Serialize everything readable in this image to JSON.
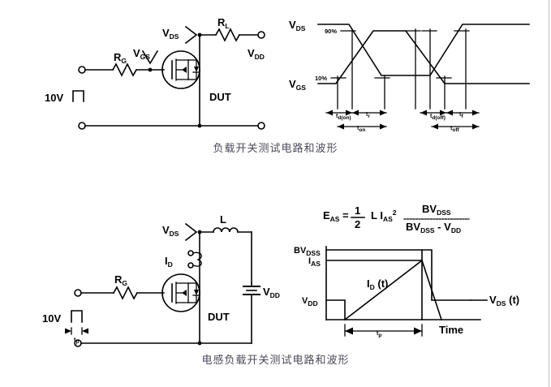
{
  "page": {
    "right_rule_color": "#bfbfc8",
    "ink_color": "#000000",
    "caption_color": "#4a4a58"
  },
  "captions": {
    "top": "负载开关测试电路和波形",
    "bottom": "电感负载开关测试电路和波形"
  },
  "fig_top_left": {
    "title": "resistive-load switching test circuit",
    "labels": {
      "source": "10V",
      "gate_resistor": "R",
      "gate_resistor_sub": "G",
      "load_resistor": "R",
      "load_resistor_sub": "L",
      "vgs": "V",
      "vgs_sub": "GS",
      "vds": "V",
      "vds_sub": "DS",
      "vdd": "V",
      "vdd_sub": "DD",
      "dut": "DUT"
    }
  },
  "fig_top_right": {
    "title": "switching waveforms",
    "labels": {
      "vds": "V",
      "vds_sub": "DS",
      "vgs": "V",
      "vgs_sub": "GS",
      "pct_90": "90%",
      "pct_10": "10%",
      "td_on": "t",
      "td_on_sub": "d(on)",
      "t_r": "t",
      "t_r_sub": "r",
      "t_on": "t",
      "t_on_sub": "on",
      "td_off": "t",
      "td_off_sub": "d(off)",
      "t_f": "t",
      "t_f_sub": "f",
      "t_off": "t",
      "t_off_sub": "off"
    }
  },
  "fig_bottom_left": {
    "title": "inductive-load switching test circuit",
    "labels": {
      "source": "10V",
      "pulse_width": "t",
      "pulse_width_sub": "p",
      "gate_resistor": "R",
      "gate_resistor_sub": "G",
      "inductor": "L",
      "id": "I",
      "id_sub": "D",
      "vds": "V",
      "vds_sub": "DS",
      "vdd": "V",
      "vdd_sub": "DD",
      "dut": "DUT"
    }
  },
  "fig_bottom_right": {
    "title": "avalanche energy waveform",
    "formula": {
      "lhs": "E",
      "lhs_sub": "AS",
      "equals": "=",
      "numer_1": "1",
      "denom_2": "2",
      "li": "L I",
      "li_sub": "AS",
      "li_exp": "2",
      "frac_num": "BV",
      "frac_num_sub": "DSS",
      "frac_den_a": "BV",
      "frac_den_a_sub": "DSS",
      "frac_den_minus": "-",
      "frac_den_b": "V",
      "frac_den_b_sub": "DD"
    },
    "axis": {
      "y_bvdss": "BV",
      "y_bvdss_sub": "DSS",
      "y_ias": "I",
      "y_ias_sub": "AS",
      "y_vdd": "V",
      "y_vdd_sub": "DD",
      "x_time": "Time",
      "tp": "t",
      "tp_sub": "p"
    },
    "curves": {
      "id_t": "I",
      "id_t_sub": "D",
      "id_t_suffix": "(t)",
      "vds_t": "V",
      "vds_t_sub": "DS",
      "vds_t_suffix": "(t)"
    },
    "chart_data": {
      "type": "line",
      "title": "Avalanche (unclamped inductive switching) waveforms",
      "xlabel": "Time",
      "ylabel": "",
      "ytick_labels": [
        "BV_DSS",
        "I_AS",
        "V_DD"
      ],
      "xtick_labels": [
        "t_p"
      ],
      "grid": false,
      "legend": "inline annotations",
      "series": [
        {
          "name": "I_D (t)",
          "comment": "drain current ramps linearly from 0 at pulse start to I_AS at end of t_p, then falls to 0",
          "x": [
            0.0,
            0.12,
            0.7,
            0.86
          ],
          "y": [
            0.0,
            0.0,
            1.0,
            0.0
          ]
        },
        {
          "name": "V_DS (t)",
          "comment": "drain-source voltage sits at V_DD, drops to 0 during conduction, rises to BV_DSS during avalanche, returns to V_DD",
          "x": [
            0.0,
            0.12,
            0.12,
            0.7,
            0.7,
            0.8,
            0.8,
            1.0
          ],
          "y": [
            0.24,
            0.24,
            0.0,
            0.0,
            1.18,
            1.18,
            0.24,
            0.24
          ]
        }
      ]
    }
  }
}
